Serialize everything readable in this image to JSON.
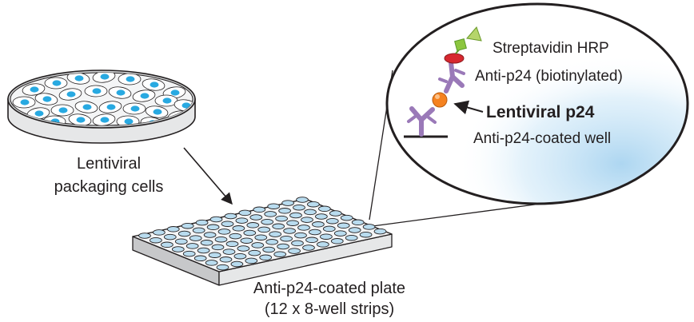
{
  "labels": {
    "cells_line1": "Lentiviral",
    "cells_line2": "packaging cells",
    "plate_line1": "Anti-p24-coated plate",
    "plate_line2": "(12 x 8-well strips)",
    "streptavidin": "Streptavidin HRP",
    "anti_p24_bio": "Anti-p24 (biotinylated)",
    "lentiviral_p24": "Lentiviral p24",
    "coated_well": "Anti-p24-coated well"
  },
  "plate": {
    "columns": 12,
    "rows": 8
  },
  "colors": {
    "accent_blue": "#1ca3dc",
    "antibody_purple": "#9a79b8",
    "hrp_green": "#8cc63f",
    "hrp_red": "#d7282f",
    "p24_orange": "#f58220",
    "cell_blue": "#28a9e1",
    "well_blue": "#b9dcef"
  }
}
